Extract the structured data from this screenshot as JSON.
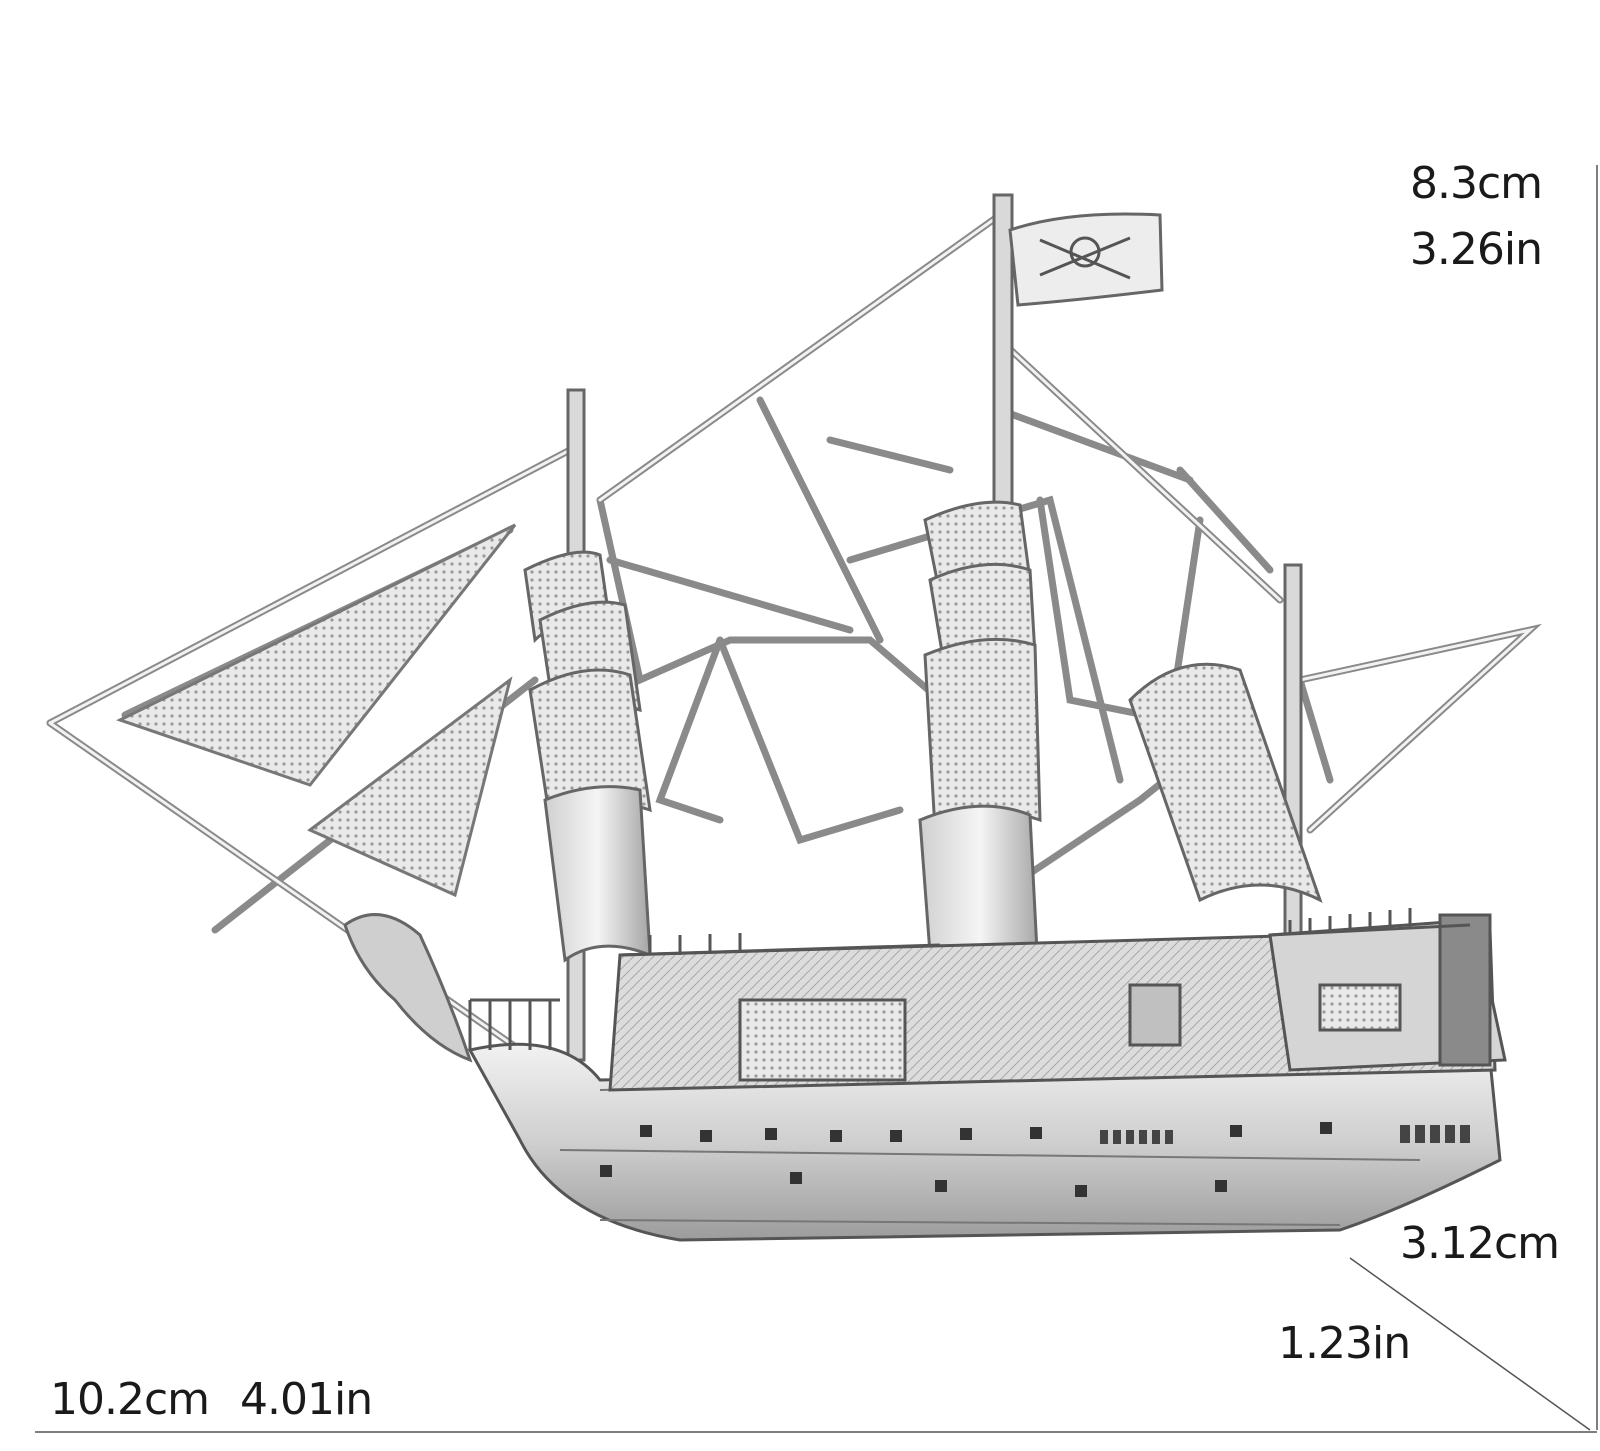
{
  "dimensions": {
    "height_cm": "8.3cm",
    "height_in": "3.26in",
    "depth_cm": "3.12cm",
    "depth_in": "1.23in",
    "width_cm": "10.2cm",
    "width_in": "4.01in"
  },
  "colors": {
    "background": "#ffffff",
    "metal_light": "#e8e8e8",
    "metal_mid": "#b5b5b5",
    "metal_dark": "#555555",
    "line": "#444444"
  }
}
